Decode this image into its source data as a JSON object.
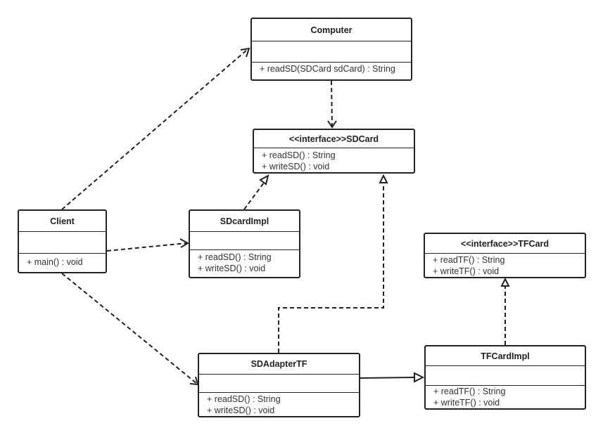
{
  "classes": {
    "computer": {
      "name": "Computer",
      "ops": [
        "+ readSD(SDCard sdCard) : String"
      ]
    },
    "sdcard": {
      "name": "<<interface>>SDCard",
      "ops": [
        "+ readSD() : String",
        "+ writeSD() : void"
      ]
    },
    "client": {
      "name": "Client",
      "ops": [
        "+ main() : void"
      ]
    },
    "sdcardimpl": {
      "name": "SDcardImpl",
      "ops": [
        "+ readSD() : String",
        "+ writeSD() : void"
      ]
    },
    "tfcard": {
      "name": "<<interface>>TFCard",
      "ops": [
        "+ readTF() : String",
        "+ writeTF() : void"
      ]
    },
    "sdadaptertf": {
      "name": "SDAdapterTF",
      "ops": [
        "+ readSD() : String",
        "+ writeSD() : void"
      ]
    },
    "tfcardimpl": {
      "name": "TFCardImpl",
      "ops": [
        "+ readTF() : String",
        "+ writeTF() : void"
      ]
    }
  },
  "relations": [
    {
      "from": "Client",
      "to": "Computer",
      "kind": "dependency"
    },
    {
      "from": "Client",
      "to": "SDcardImpl",
      "kind": "dependency"
    },
    {
      "from": "Client",
      "to": "SDAdapterTF",
      "kind": "dependency"
    },
    {
      "from": "Computer",
      "to": "<<interface>>SDCard",
      "kind": "dependency"
    },
    {
      "from": "SDcardImpl",
      "to": "<<interface>>SDCard",
      "kind": "realization"
    },
    {
      "from": "SDAdapterTF",
      "to": "<<interface>>SDCard",
      "kind": "realization"
    },
    {
      "from": "TFCardImpl",
      "to": "<<interface>>TFCard",
      "kind": "realization"
    },
    {
      "from": "SDAdapterTF",
      "to": "TFCardImpl",
      "kind": "association"
    }
  ]
}
